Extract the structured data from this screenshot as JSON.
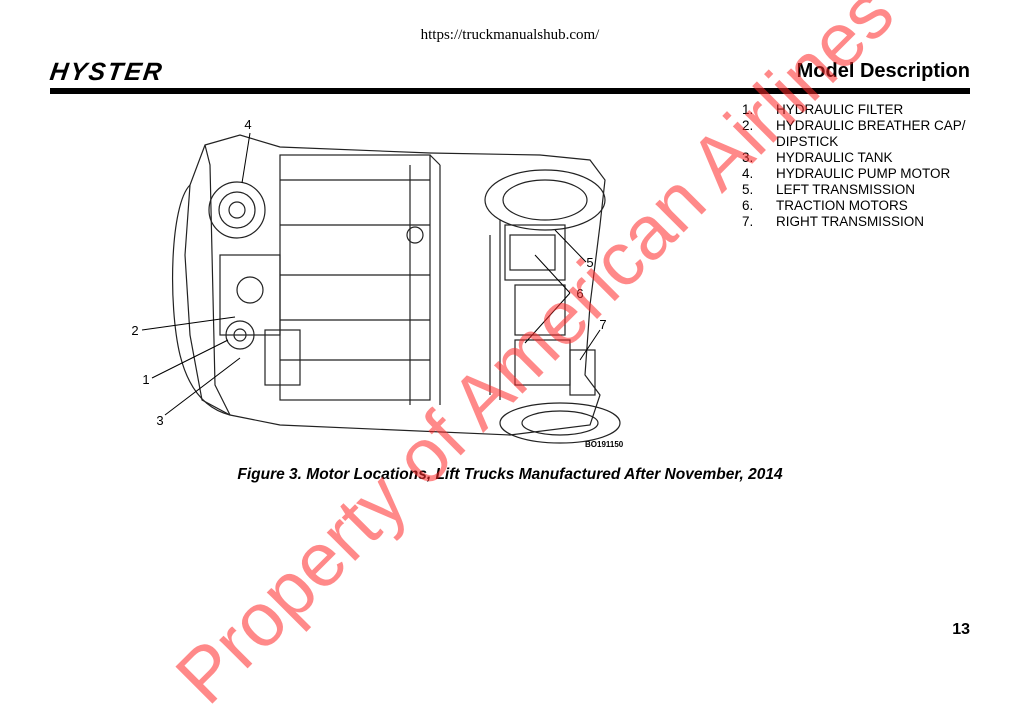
{
  "header": {
    "url": "https://truckmanualshub.com/",
    "logo": "HYSTER",
    "section_title": "Model Description"
  },
  "legend": [
    {
      "num": "1.",
      "text": "HYDRAULIC FILTER"
    },
    {
      "num": "2.",
      "text": "HYDRAULIC BREATHER CAP/ DIPSTICK"
    },
    {
      "num": "3.",
      "text": "HYDRAULIC TANK"
    },
    {
      "num": "4.",
      "text": "HYDRAULIC PUMP MOTOR"
    },
    {
      "num": "5.",
      "text": "LEFT TRANSMISSION"
    },
    {
      "num": "6.",
      "text": "TRACTION MOTORS"
    },
    {
      "num": "7.",
      "text": "RIGHT TRANSMISSION"
    }
  ],
  "figure": {
    "callouts": [
      "1",
      "2",
      "3",
      "4",
      "5",
      "6",
      "7"
    ],
    "figure_id": "BO191150",
    "caption": "Figure 3. Motor Locations, Lift Trucks Manufactured After November, 2014"
  },
  "watermark": "Property of American Airlines",
  "page_number": "13"
}
